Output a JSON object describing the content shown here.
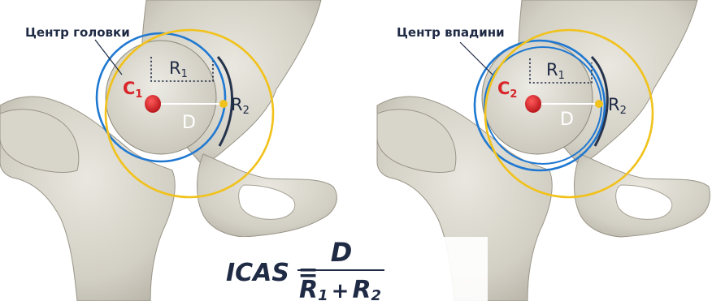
{
  "left_panel": {
    "callout": "Центр головки",
    "c_main": "C",
    "c_sub": "1",
    "r1_main": "R",
    "r1_sub": "1",
    "r2_main": "R",
    "r2_sub": "2",
    "d_label": "D"
  },
  "right_panel": {
    "callout": "Центр впадини",
    "c_main": "C",
    "c_sub": "2",
    "r1_main": "R",
    "r1_sub": "1",
    "r2_main": "R",
    "r2_sub": "2",
    "d_label": "D"
  },
  "formula": {
    "lhs": "ICAS =",
    "numerator": "D",
    "den_r1": "R",
    "den_sub1": "1",
    "plus": "+",
    "den_r2": "R",
    "den_sub2": "2"
  },
  "colors": {
    "head_circle": "#1f78d1",
    "socket_circle": "#f1c21b",
    "center_dot": "#d9262b",
    "text_dark": "#1f2a44"
  }
}
